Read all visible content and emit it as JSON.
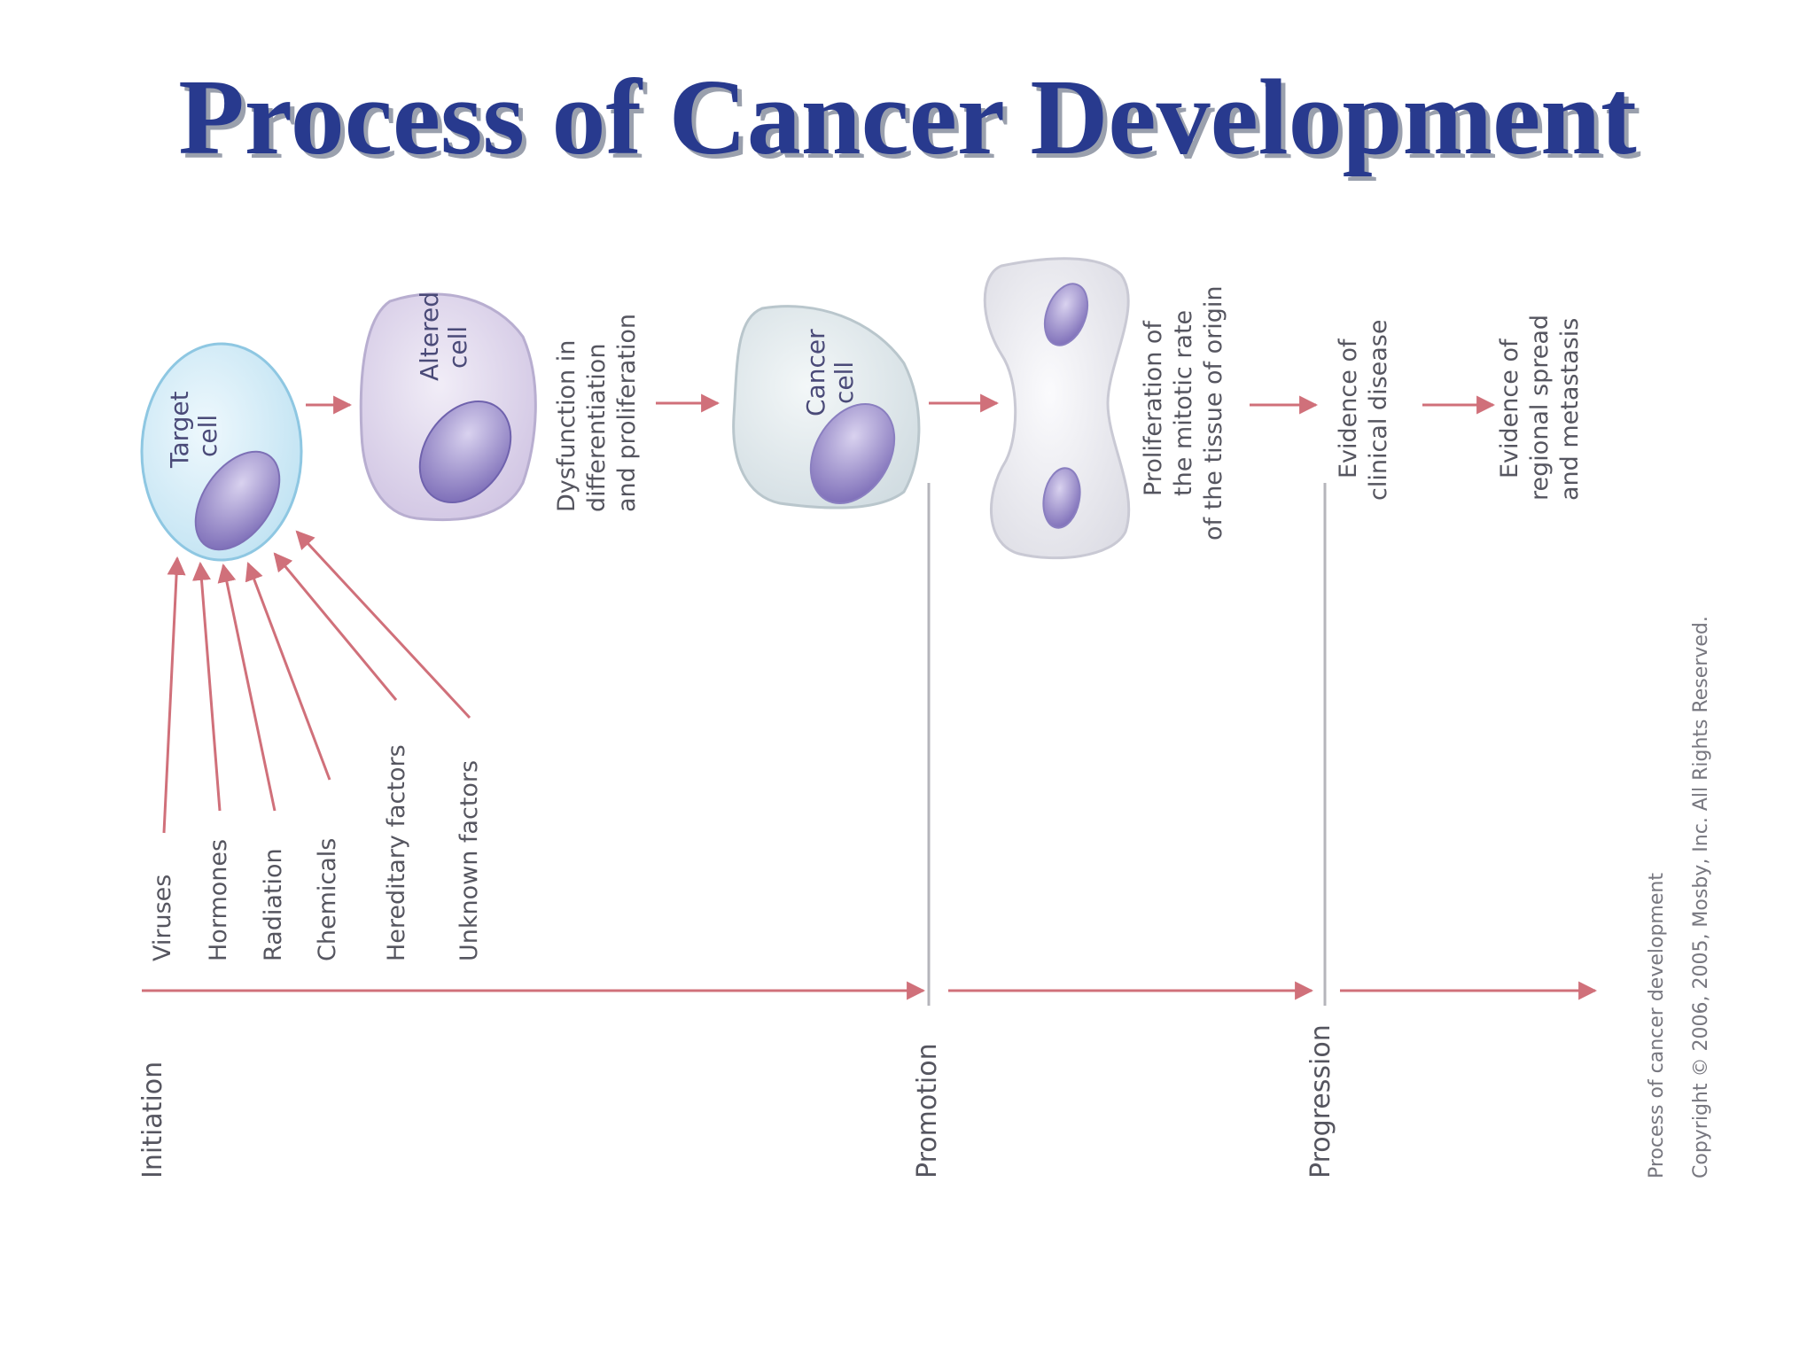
{
  "title": "Process of Cancer Development",
  "stages": {
    "initiation": "Initiation",
    "promotion": "Promotion",
    "progression": "Progression"
  },
  "factors": [
    "Viruses",
    "Hormones",
    "Radiation",
    "Chemicals",
    "Hereditary factors",
    "Unknown factors"
  ],
  "cells": {
    "target": [
      "Target",
      "cell"
    ],
    "altered": [
      "Altered",
      "cell"
    ],
    "cancer": [
      "Cancer",
      "cell"
    ]
  },
  "descriptions": {
    "dysfunction": [
      "Dysfunction in",
      "differentiation",
      "and proliferation"
    ],
    "proliferation": [
      "Proliferation of",
      "the mitotic rate",
      "of the tissue of origin"
    ],
    "clinical": [
      "Evidence of",
      "clinical disease"
    ],
    "spread": [
      "Evidence of",
      "regional spread",
      "and metastasis"
    ]
  },
  "caption": [
    "Process of cancer development",
    "Copyright © 2006, 2005, Mosby, Inc. All Rights Reserved."
  ],
  "colors": {
    "title": "#283a8e",
    "arrow": "#d0707a",
    "target_cell": "#d7eef8",
    "nucleus": "#8a7cc0"
  }
}
